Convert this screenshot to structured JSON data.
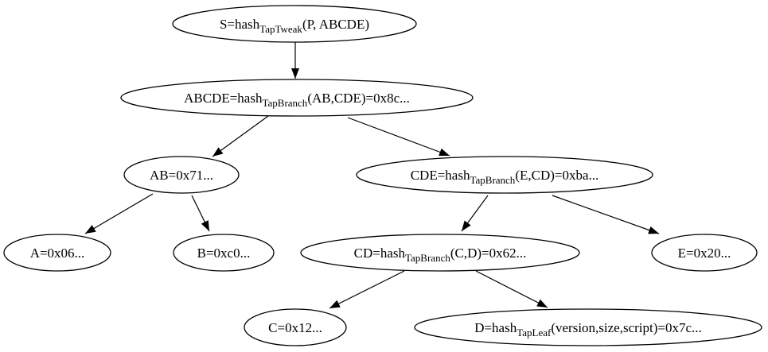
{
  "diagram": {
    "type": "hash-tree-digraph",
    "background": "#ffffff",
    "stroke_color": "#000000",
    "text_color": "#000000",
    "nodes": {
      "S": {
        "pre": "S=hash",
        "sub": "TapTweak",
        "post": "(P, ABCDE)"
      },
      "ABCDE": {
        "pre": "ABCDE=hash",
        "sub": "TapBranch",
        "post": "(AB,CDE)=0x8c..."
      },
      "AB": {
        "pre": "AB=0x71...",
        "sub": "",
        "post": ""
      },
      "CDE": {
        "pre": "CDE=hash",
        "sub": "TapBranch",
        "post": "(E,CD)=0xba..."
      },
      "A": {
        "pre": "A=0x06...",
        "sub": "",
        "post": ""
      },
      "B": {
        "pre": "B=0xc0...",
        "sub": "",
        "post": ""
      },
      "CD": {
        "pre": "CD=hash",
        "sub": "TapBranch",
        "post": "(C,D)=0x62..."
      },
      "E": {
        "pre": "E=0x20...",
        "sub": "",
        "post": ""
      },
      "C": {
        "pre": "C=0x12...",
        "sub": "",
        "post": ""
      },
      "D": {
        "pre": "D=hash",
        "sub": "TapLeaf",
        "post": "(version,size,script)=0x7c..."
      }
    },
    "edges": [
      {
        "from": "S",
        "to": "ABCDE"
      },
      {
        "from": "ABCDE",
        "to": "AB"
      },
      {
        "from": "ABCDE",
        "to": "CDE"
      },
      {
        "from": "AB",
        "to": "A"
      },
      {
        "from": "AB",
        "to": "B"
      },
      {
        "from": "CDE",
        "to": "CD"
      },
      {
        "from": "CDE",
        "to": "E"
      },
      {
        "from": "CD",
        "to": "C"
      },
      {
        "from": "CD",
        "to": "D"
      }
    ]
  }
}
